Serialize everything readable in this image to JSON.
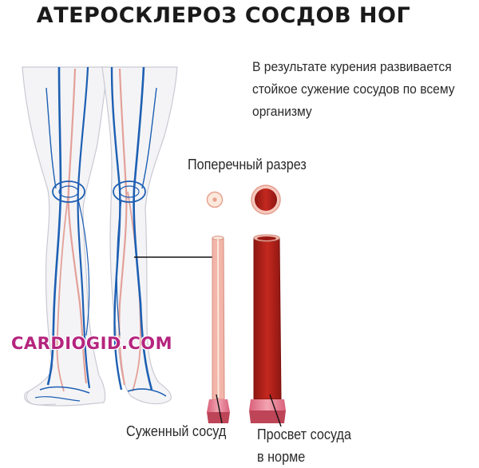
{
  "title": "АТЕРОСКЛЕРОЗ СОСДОВ НОГ",
  "description": "В результате курения развивается стойкое сужение сосудов по всему организму",
  "cross_section_label": "Поперечный разрез",
  "narrowed_vessel_label": "Суженный сосуд",
  "normal_lumen_label_line1": "Просвет сосуда",
  "normal_lumen_label_line2": "в норме",
  "watermark": "CARDIOGID.COM",
  "colors": {
    "vein_blue": "#1d5fb3",
    "artery_pink": "#e3a199",
    "normal_blood": "#b3231d",
    "narrow_wall": "#f2b5aa",
    "narrow_lumen": "#fbe9dc",
    "watermark": "#b5257e"
  }
}
